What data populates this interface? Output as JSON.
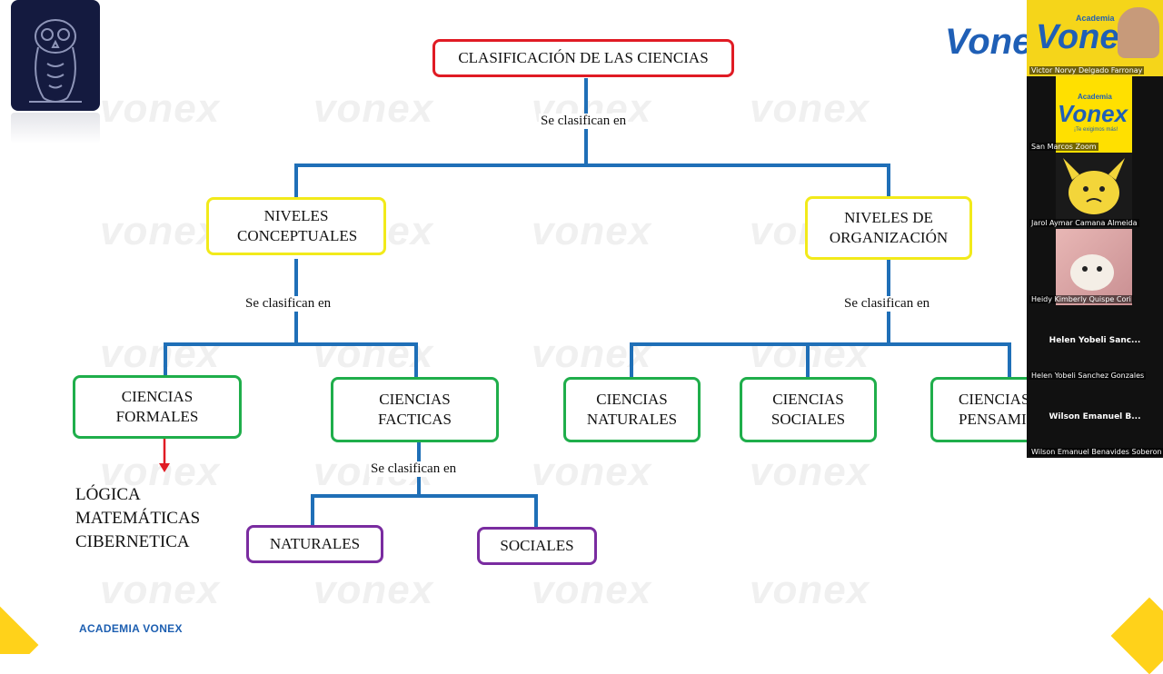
{
  "diagram": {
    "title": "CLASIFICACIÓN DE LAS CIENCIAS",
    "connector": "Se clasifican en",
    "level1": [
      "NIVELES CONCEPTUALES",
      "NIVELES DE ORGANIZACIÓN"
    ],
    "conceptual_children": [
      "CIENCIAS FORMALES",
      "CIENCIAS FACTICAS"
    ],
    "organization_children": [
      "CIENCIAS NATURALES",
      "CIENCIAS SOCIALES",
      "CIENCIAS PENSAMIENTO"
    ],
    "facticas_children": [
      "NATURALES",
      "SOCIALES"
    ],
    "formales_examples": [
      "LÓGICA",
      "MATEMÁTICAS",
      "CIBERNETICA"
    ]
  },
  "watermark": "vonex",
  "footer": "ACADEMIA VONEX",
  "brand": {
    "name": "Vonex",
    "academia": "Academia",
    "slogan": "¡Te exigimos más!",
    "accent": "#1f5fb6",
    "yellow": "#ffd21a"
  },
  "participants": [
    {
      "name": "Victor Norvy Delgado Farronay",
      "type": "video"
    },
    {
      "name": "San Marcos Zoom",
      "type": "logo"
    },
    {
      "name": "Jarol Aymar Camana Almeida",
      "type": "image"
    },
    {
      "name": "Heidy Kimberly Quispe Cori",
      "type": "image"
    },
    {
      "name": "Helen Yobeli Sanchez Gonzales",
      "short": "Helen Yobeli Sanc...",
      "type": "name"
    },
    {
      "name": "Wilson Emanuel Benavides Soberon",
      "short": "Wilson Emanuel B...",
      "type": "name"
    }
  ]
}
